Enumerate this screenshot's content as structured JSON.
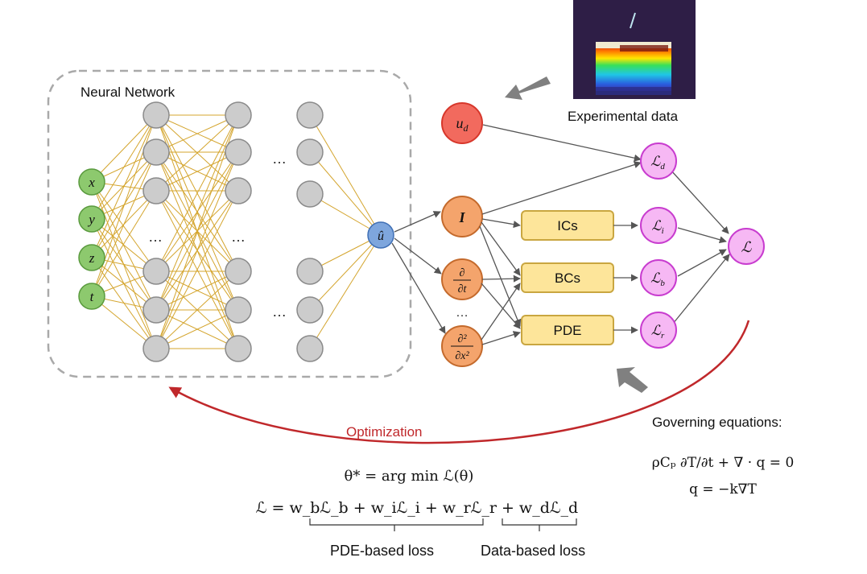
{
  "neural_network": {
    "title": "Neural Network",
    "inputs": [
      "x",
      "y",
      "z",
      "t"
    ],
    "ellipsis": "…",
    "output": "û"
  },
  "derivatives": {
    "identity": "I",
    "d_dt_num": "∂",
    "d_dt_den": "∂t",
    "d2_dx2_num": "∂²",
    "d2_dx2_den": "∂x²",
    "ellipsis": "…"
  },
  "experimental": {
    "node": "u_d",
    "node_main": "u",
    "node_sub": "d",
    "caption": "Experimental data"
  },
  "conditions": [
    "ICs",
    "BCs",
    "PDE"
  ],
  "losses": {
    "symbol": "ℒ",
    "data_sub": "d",
    "ic_sub": "i",
    "bc_sub": "b",
    "pde_sub": "r",
    "total": "ℒ"
  },
  "optimization": {
    "label": "Optimization",
    "color": "#c0282b"
  },
  "governing": {
    "title": "Governing equations:",
    "eq1": "ρCₚ ∂T/∂t + ∇ · q = 0",
    "eq2": "q = −k∇T"
  },
  "loss_equations": {
    "objective": "θ* = arg min ℒ(θ)",
    "total": "ℒ = w_bℒ_b + w_iℒ_i + w_rℒ_r + w_dℒ_d",
    "pde_brace_label": "PDE-based loss",
    "data_brace_label": "Data-based loss"
  },
  "colors": {
    "input_fill": "#8dc96e",
    "input_stroke": "#5a9a3e",
    "hidden_fill": "#cccccc",
    "hidden_stroke": "#8a8a8a",
    "output_fill": "#7ea6dd",
    "output_stroke": "#3f6fb5",
    "deriv_fill": "#f4a46c",
    "deriv_stroke": "#c46a2c",
    "data_fill": "#f26a5e",
    "data_stroke": "#d7372b",
    "box_fill": "#fde59a",
    "box_stroke": "#c9a640",
    "loss_fill": "#f6b8f4",
    "loss_stroke": "#c83ccf",
    "connection": "#d4a52e",
    "arrow": "#555555"
  }
}
